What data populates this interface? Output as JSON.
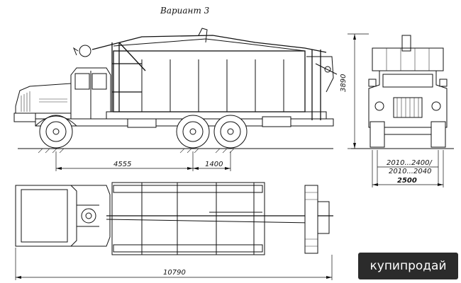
{
  "title": "Вариант 3",
  "dimensions": {
    "wheelbase_front": "4555",
    "wheelbase_rear": "1400",
    "height": "3890",
    "track_range": "2010...2400/",
    "track_range2": "2010...2040",
    "width": "2500",
    "overall_length": "10790"
  },
  "watermark": "купипродай"
}
